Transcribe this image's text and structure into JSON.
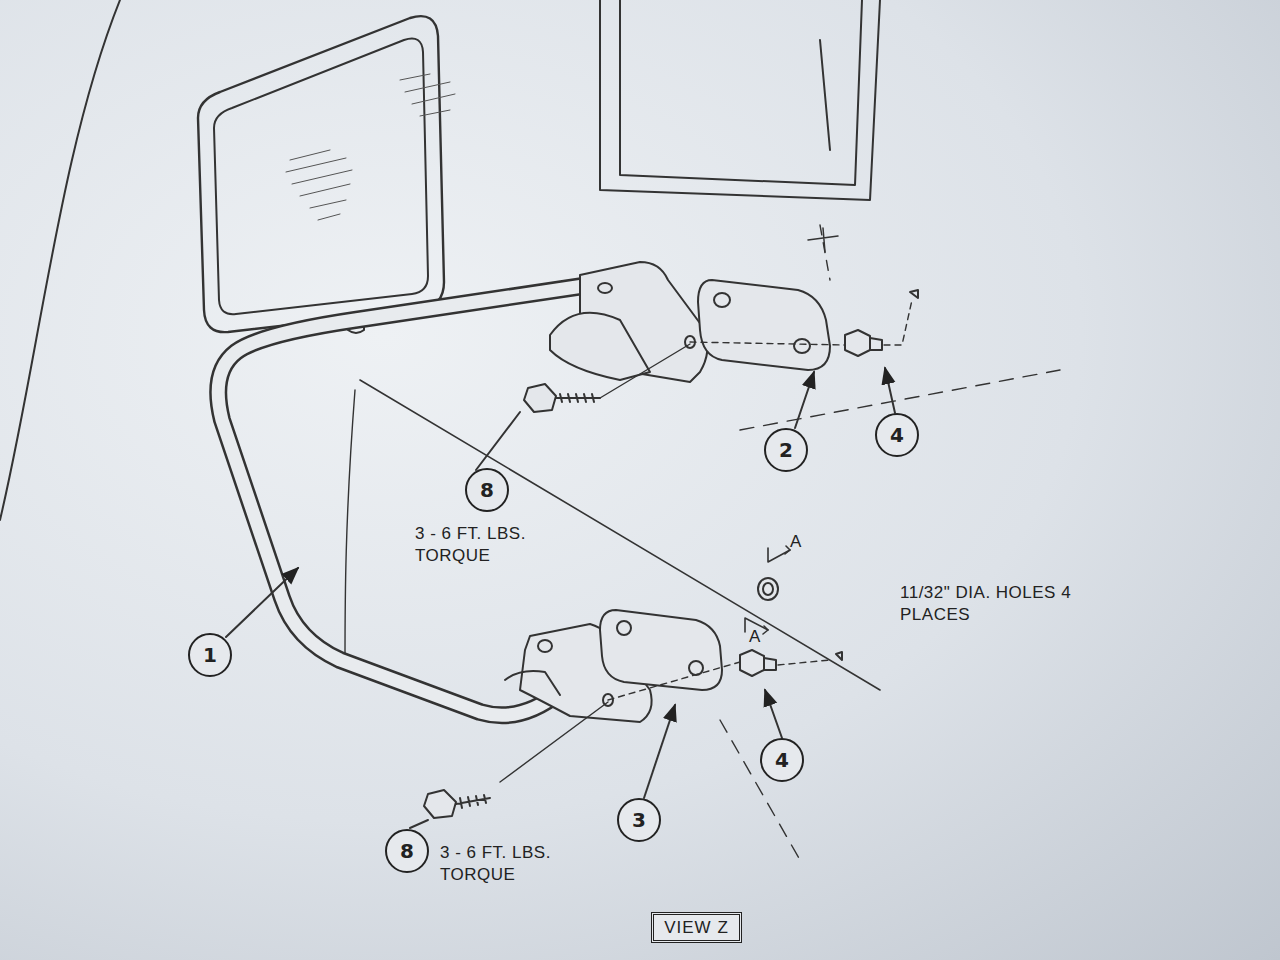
{
  "diagram": {
    "nodes": [
      {
        "text": [
          "8"
        ]
      },
      {
        "text": [
          "2"
        ]
      },
      {
        "text": [
          "4"
        ]
      },
      {
        "text": [
          "1"
        ]
      },
      {
        "text": [
          "4"
        ]
      },
      {
        "text": [
          "3"
        ]
      },
      {
        "text": [
          "8"
        ]
      },
      {
        "text": [
          "VIEW Z"
        ]
      }
    ],
    "labels": [
      "3 - 6 FT. LBS. TORQUE",
      "A",
      "11/32\" DIA. HOLES 4 PLACES",
      "A",
      "3 - 6 FT. LBS. TORQUE"
    ]
  }
}
